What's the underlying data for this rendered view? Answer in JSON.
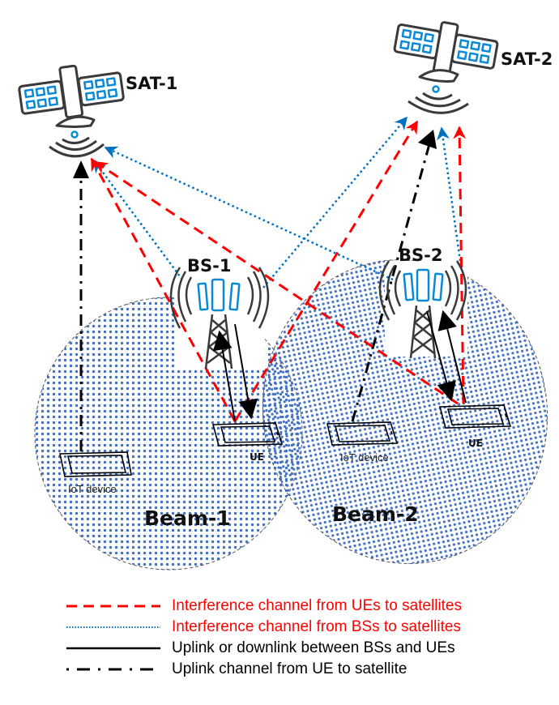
{
  "diagram": {
    "satellites": [
      {
        "id": "sat-1",
        "label": "SAT-1"
      },
      {
        "id": "sat-2",
        "label": "SAT-2"
      }
    ],
    "base_stations": [
      {
        "id": "bs-1",
        "label": "BS-1"
      },
      {
        "id": "bs-2",
        "label": "BS-2"
      }
    ],
    "beams": [
      {
        "id": "beam-1",
        "label": "Beam-1"
      },
      {
        "id": "beam-2",
        "label": "Beam-2"
      }
    ],
    "devices": [
      {
        "id": "ue-1",
        "label": "UE"
      },
      {
        "id": "ue-2",
        "label": "UE"
      },
      {
        "id": "iot-1",
        "label": "IoT device"
      },
      {
        "id": "iot-2",
        "label": "IoT device"
      }
    ],
    "colors": {
      "ue_interference": "#ff0000",
      "bs_interference": "#0070c0",
      "bs_ue_link": "#000000",
      "ue_sat_uplink": "#000000",
      "beam_fill_dots": "#4472c4",
      "icon_blue": "#0a8ad6",
      "icon_gray": "#3a3a3a"
    }
  },
  "legend": [
    {
      "style": "dashed-red",
      "label": "Interference channel from UEs to satellites",
      "color": "#ff0000"
    },
    {
      "style": "dotted-blue",
      "label": "Interference channel from BSs to satellites",
      "color": "#ff0000"
    },
    {
      "style": "solid-black",
      "label": "Uplink or downlink between BSs and UEs",
      "color": "#000000"
    },
    {
      "style": "dashdot-black",
      "label": "Uplink channel from UE to satellite",
      "color": "#000000"
    }
  ]
}
